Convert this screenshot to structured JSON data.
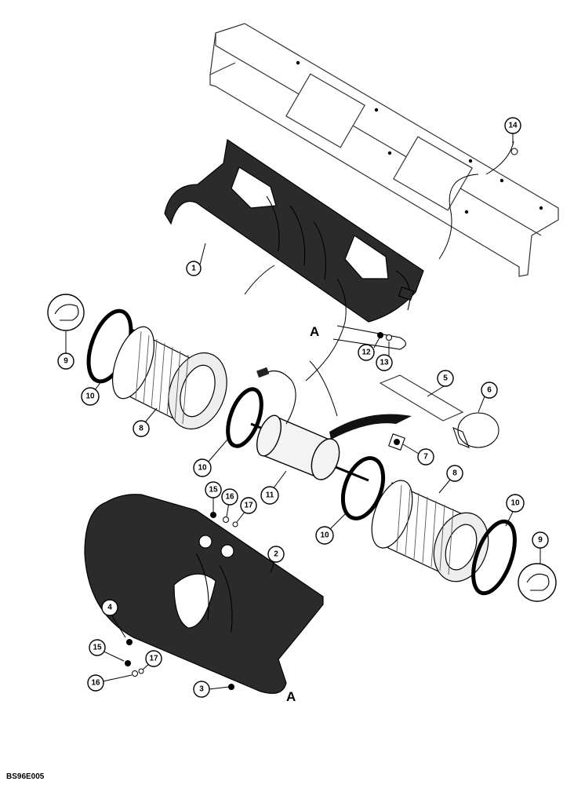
{
  "callouts": {
    "c1": "1",
    "c2": "2",
    "c3": "3",
    "c4": "4",
    "c5": "5",
    "c6": "6",
    "c7": "7",
    "c8a": "8",
    "c8b": "8",
    "c9a": "9",
    "c9b": "9",
    "c10a": "10",
    "c10b": "10",
    "c10c": "10",
    "c10d": "10",
    "c11": "11",
    "c12": "12",
    "c13": "13",
    "c14": "14",
    "c15a": "15",
    "c15b": "15",
    "c16a": "16",
    "c16b": "16",
    "c17a": "17",
    "c17b": "17"
  },
  "reference_letters": {
    "upper": "A",
    "lower": "A"
  },
  "figure_code": "BS96E005",
  "colors": {
    "ink": "#000000",
    "housing_fill": "#2b2b2b",
    "paper": "#ffffff"
  }
}
